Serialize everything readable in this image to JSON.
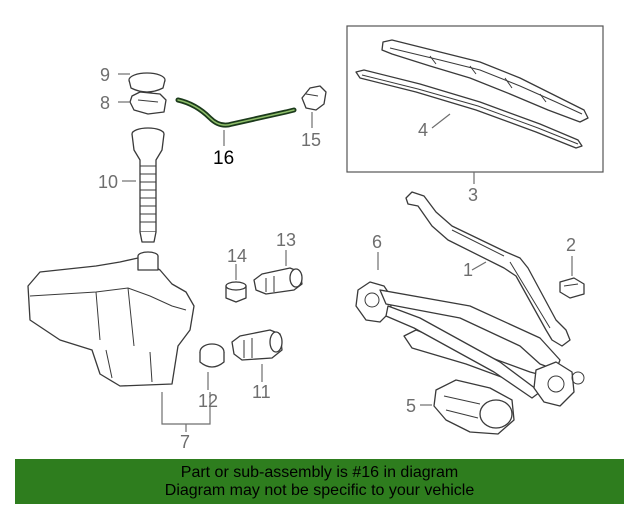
{
  "callouts": [
    {
      "id": "c1",
      "label": "1"
    },
    {
      "id": "c2",
      "label": "2"
    },
    {
      "id": "c3",
      "label": "3"
    },
    {
      "id": "c4",
      "label": "4"
    },
    {
      "id": "c5",
      "label": "5"
    },
    {
      "id": "c6",
      "label": "6"
    },
    {
      "id": "c7",
      "label": "7"
    },
    {
      "id": "c8",
      "label": "8"
    },
    {
      "id": "c9",
      "label": "9"
    },
    {
      "id": "c10",
      "label": "10"
    },
    {
      "id": "c11",
      "label": "11"
    },
    {
      "id": "c12",
      "label": "12"
    },
    {
      "id": "c13",
      "label": "13"
    },
    {
      "id": "c14",
      "label": "14"
    },
    {
      "id": "c15",
      "label": "15"
    },
    {
      "id": "c16",
      "label": "16"
    }
  ],
  "highlight": {
    "part": "16",
    "color": "#1b3a1b"
  },
  "banner": {
    "line1": "Part or sub-assembly is #16 in diagram",
    "line2": "Diagram may not be specific to your vehicle",
    "background": "#2e7d1e"
  }
}
